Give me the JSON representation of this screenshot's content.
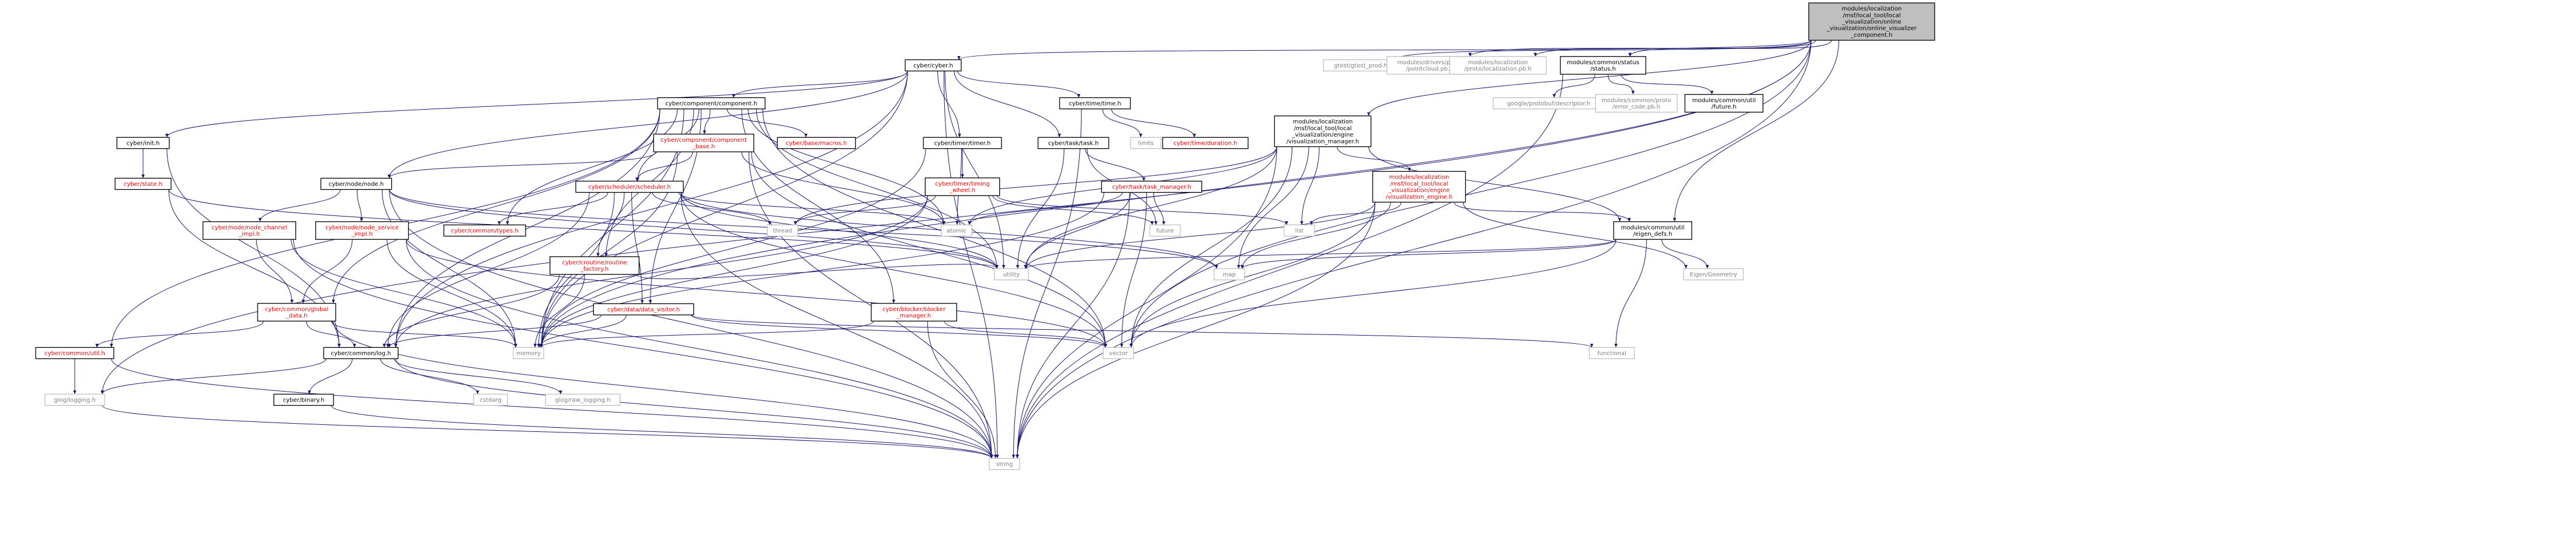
{
  "colors": {
    "edge": "#191970",
    "root_fill": "#bfbfbf",
    "doc_stroke": "#000000",
    "nodoc_stroke": "#bfbfbf",
    "red_text": "#ff0000",
    "black_text": "#000000",
    "gray_text": "#7f7f7f"
  },
  "graph": {
    "root": "n_root",
    "nodes": [
      {
        "id": "n_root",
        "kind": "root",
        "lines": [
          "modules/localization",
          "/msf/local_tool/local",
          "_visualization/online",
          "_visualization/online_visualizer",
          "_component.h"
        ]
      },
      {
        "id": "n_cyber",
        "kind": "doc",
        "lines": [
          "cyber/cyber.h"
        ]
      },
      {
        "id": "n_gtest",
        "kind": "sys",
        "lines": [
          "gtest/gtest_prod.h"
        ]
      },
      {
        "id": "n_pointcloud",
        "kind": "sys",
        "lines": [
          "modules/drivers/proto",
          "/pointcloud.pb.h"
        ]
      },
      {
        "id": "n_locpb",
        "kind": "sys",
        "lines": [
          "modules/localization",
          "/proto/localization.pb.h"
        ]
      },
      {
        "id": "n_status",
        "kind": "doc",
        "lines": [
          "modules/common/status",
          "/status.h"
        ]
      },
      {
        "id": "n_component",
        "kind": "doc",
        "lines": [
          "cyber/component/component.h"
        ]
      },
      {
        "id": "n_timeh",
        "kind": "doc",
        "lines": [
          "cyber/time/time.h"
        ]
      },
      {
        "id": "n_vismgr",
        "kind": "doc",
        "lines": [
          "modules/localization",
          "/msf/local_tool/local",
          "_visualization/engine",
          "/visualization_manager.h"
        ]
      },
      {
        "id": "n_protodesc",
        "kind": "sys",
        "lines": [
          "google/protobuf/descriptor.h"
        ]
      },
      {
        "id": "n_errcode",
        "kind": "sys",
        "lines": [
          "modules/common/proto",
          "/error_code.pb.h"
        ]
      },
      {
        "id": "n_future_mod",
        "kind": "doc",
        "lines": [
          "modules/common/util",
          "/future.h"
        ]
      },
      {
        "id": "n_init",
        "kind": "doc",
        "lines": [
          "cyber/init.h"
        ]
      },
      {
        "id": "n_compbase",
        "kind": "red",
        "lines": [
          "cyber/component/component",
          "_base.h"
        ]
      },
      {
        "id": "n_macros",
        "kind": "red",
        "lines": [
          "cyber/base/macros.h"
        ]
      },
      {
        "id": "n_timer",
        "kind": "doc",
        "lines": [
          "cyber/timer/timer.h"
        ]
      },
      {
        "id": "n_task",
        "kind": "doc",
        "lines": [
          "cyber/task/task.h"
        ]
      },
      {
        "id": "n_limits",
        "kind": "sys",
        "lines": [
          "limits"
        ]
      },
      {
        "id": "n_duration",
        "kind": "red",
        "lines": [
          "cyber/time/duration.h"
        ]
      },
      {
        "id": "n_state",
        "kind": "red",
        "lines": [
          "cyber/state.h"
        ]
      },
      {
        "id": "n_nodeh",
        "kind": "doc",
        "lines": [
          "cyber/node/node.h"
        ]
      },
      {
        "id": "n_scheduler",
        "kind": "red",
        "lines": [
          "cyber/scheduler/scheduler.h"
        ]
      },
      {
        "id": "n_timingwheel",
        "kind": "red",
        "lines": [
          "cyber/timer/timing",
          "_wheel.h"
        ]
      },
      {
        "id": "n_taskmgr",
        "kind": "red",
        "lines": [
          "cyber/task/task_manager.h"
        ]
      },
      {
        "id": "n_visengine",
        "kind": "red",
        "lines": [
          "modules/localization",
          "/msf/local_tool/local",
          "_visualization/engine",
          "/visualization_engine.h"
        ]
      },
      {
        "id": "n_nodechannel",
        "kind": "red",
        "lines": [
          "cyber/node/node_channel",
          "_impl.h"
        ]
      },
      {
        "id": "n_nodeservice",
        "kind": "red",
        "lines": [
          "cyber/node/node_service",
          "_impl.h"
        ]
      },
      {
        "id": "n_ctypes",
        "kind": "red",
        "lines": [
          "cyber/common/types.h"
        ]
      },
      {
        "id": "n_thread",
        "kind": "sys",
        "lines": [
          "thread"
        ]
      },
      {
        "id": "n_atomic",
        "kind": "sys",
        "lines": [
          "atomic"
        ]
      },
      {
        "id": "n_future",
        "kind": "sys",
        "lines": [
          "future"
        ]
      },
      {
        "id": "n_list",
        "kind": "sys",
        "lines": [
          "list"
        ]
      },
      {
        "id": "n_routine",
        "kind": "red",
        "lines": [
          "cyber/croutine/routine",
          "_factory.h"
        ]
      },
      {
        "id": "n_eigendefs",
        "kind": "doc",
        "lines": [
          "modules/common/util",
          "/eigen_defs.h"
        ]
      },
      {
        "id": "n_utility",
        "kind": "sys",
        "lines": [
          "utility"
        ]
      },
      {
        "id": "n_map",
        "kind": "sys",
        "lines": [
          "map"
        ]
      },
      {
        "id": "n_eigengeo",
        "kind": "sys",
        "lines": [
          "Eigen/Geometry"
        ]
      },
      {
        "id": "n_global",
        "kind": "red",
        "lines": [
          "cyber/common/global",
          "_data.h"
        ]
      },
      {
        "id": "n_datavisitor",
        "kind": "red",
        "lines": [
          "cyber/data/data_visitor.h"
        ]
      },
      {
        "id": "n_blocker",
        "kind": "red",
        "lines": [
          "cyber/blocker/blocker",
          "_manager.h"
        ]
      },
      {
        "id": "n_cutil",
        "kind": "red",
        "lines": [
          "cyber/common/util.h"
        ]
      },
      {
        "id": "n_log",
        "kind": "doc",
        "lines": [
          "cyber/common/log.h"
        ]
      },
      {
        "id": "n_memory",
        "kind": "sys",
        "lines": [
          "memory"
        ]
      },
      {
        "id": "n_vector",
        "kind": "sys",
        "lines": [
          "vector"
        ]
      },
      {
        "id": "n_functional",
        "kind": "sys",
        "lines": [
          "functional"
        ]
      },
      {
        "id": "n_glog",
        "kind": "sys",
        "lines": [
          "glog/logging.h"
        ]
      },
      {
        "id": "n_binary",
        "kind": "doc",
        "lines": [
          "cyber/binary.h"
        ]
      },
      {
        "id": "n_cstdarg",
        "kind": "sys",
        "lines": [
          "cstdarg"
        ]
      },
      {
        "id": "n_rawlog",
        "kind": "sys",
        "lines": [
          "glog/raw_logging.h"
        ]
      },
      {
        "id": "n_string",
        "kind": "sys",
        "lines": [
          "string"
        ]
      }
    ],
    "edges": [
      [
        "n_root",
        "n_cyber"
      ],
      [
        "n_root",
        "n_gtest"
      ],
      [
        "n_root",
        "n_pointcloud"
      ],
      [
        "n_root",
        "n_locpb"
      ],
      [
        "n_root",
        "n_status"
      ],
      [
        "n_root",
        "n_vismgr"
      ],
      [
        "n_root",
        "n_eigendefs"
      ],
      [
        "n_root",
        "n_string"
      ],
      [
        "n_root",
        "n_vector"
      ],
      [
        "n_root",
        "n_memory"
      ],
      [
        "n_root",
        "n_glog"
      ],
      [
        "n_cyber",
        "n_component"
      ],
      [
        "n_cyber",
        "n_timeh"
      ],
      [
        "n_cyber",
        "n_timer"
      ],
      [
        "n_cyber",
        "n_task"
      ],
      [
        "n_cyber",
        "n_init"
      ],
      [
        "n_cyber",
        "n_nodeh"
      ],
      [
        "n_cyber",
        "n_log"
      ],
      [
        "n_cyber",
        "n_utility"
      ],
      [
        "n_cyber",
        "n_memory"
      ],
      [
        "n_cyber",
        "n_string"
      ],
      [
        "n_status",
        "n_protodesc"
      ],
      [
        "n_status",
        "n_errcode"
      ],
      [
        "n_status",
        "n_future_mod"
      ],
      [
        "n_status",
        "n_string"
      ],
      [
        "n_component",
        "n_compbase"
      ],
      [
        "n_component",
        "n_macros"
      ],
      [
        "n_component",
        "n_scheduler"
      ],
      [
        "n_component",
        "n_ctypes"
      ],
      [
        "n_component",
        "n_routine"
      ],
      [
        "n_component",
        "n_datavisitor"
      ],
      [
        "n_component",
        "n_blocker"
      ],
      [
        "n_component",
        "n_cutil"
      ],
      [
        "n_component",
        "n_log"
      ],
      [
        "n_component",
        "n_memory"
      ],
      [
        "n_component",
        "n_vector"
      ],
      [
        "n_component",
        "n_utility"
      ],
      [
        "n_component",
        "n_atomic"
      ],
      [
        "n_component",
        "n_global"
      ],
      [
        "n_timeh",
        "n_limits"
      ],
      [
        "n_timeh",
        "n_duration"
      ],
      [
        "n_timeh",
        "n_string"
      ],
      [
        "n_timer",
        "n_timingwheel"
      ],
      [
        "n_timer",
        "n_atomic"
      ],
      [
        "n_timer",
        "n_memory"
      ],
      [
        "n_task",
        "n_taskmgr"
      ],
      [
        "n_task",
        "n_future"
      ],
      [
        "n_task",
        "n_utility"
      ],
      [
        "n_vismgr",
        "n_visengine"
      ],
      [
        "n_vismgr",
        "n_eigendefs"
      ],
      [
        "n_vismgr",
        "n_list"
      ],
      [
        "n_vismgr",
        "n_map"
      ],
      [
        "n_vismgr",
        "n_thread"
      ],
      [
        "n_vismgr",
        "n_atomic"
      ],
      [
        "n_vismgr",
        "n_vector"
      ],
      [
        "n_vismgr",
        "n_string"
      ],
      [
        "n_vismgr",
        "n_utility"
      ],
      [
        "n_init",
        "n_state"
      ],
      [
        "n_init",
        "n_log"
      ],
      [
        "n_state",
        "n_log"
      ],
      [
        "n_state",
        "n_utility"
      ],
      [
        "n_compbase",
        "n_nodeh"
      ],
      [
        "n_compbase",
        "n_scheduler"
      ],
      [
        "n_compbase",
        "n_atomic"
      ],
      [
        "n_compbase",
        "n_memory"
      ],
      [
        "n_compbase",
        "n_string"
      ],
      [
        "n_compbase",
        "n_vector"
      ],
      [
        "n_nodeh",
        "n_nodechannel"
      ],
      [
        "n_nodeh",
        "n_nodeservice"
      ],
      [
        "n_nodeh",
        "n_map"
      ],
      [
        "n_nodeh",
        "n_memory"
      ],
      [
        "n_nodeh",
        "n_string"
      ],
      [
        "n_nodeh",
        "n_utility"
      ],
      [
        "n_scheduler",
        "n_ctypes"
      ],
      [
        "n_scheduler",
        "n_routine"
      ],
      [
        "n_scheduler",
        "n_thread"
      ],
      [
        "n_scheduler",
        "n_atomic"
      ],
      [
        "n_scheduler",
        "n_datavisitor"
      ],
      [
        "n_scheduler",
        "n_log"
      ],
      [
        "n_scheduler",
        "n_memory"
      ],
      [
        "n_scheduler",
        "n_string"
      ],
      [
        "n_scheduler",
        "n_vector"
      ],
      [
        "n_scheduler",
        "n_map"
      ],
      [
        "n_scheduler",
        "n_utility"
      ],
      [
        "n_timingwheel",
        "n_list"
      ],
      [
        "n_timingwheel",
        "n_future"
      ],
      [
        "n_timingwheel",
        "n_thread"
      ],
      [
        "n_timingwheel",
        "n_memory"
      ],
      [
        "n_timingwheel",
        "n_log"
      ],
      [
        "n_taskmgr",
        "n_future"
      ],
      [
        "n_taskmgr",
        "n_atomic"
      ],
      [
        "n_taskmgr",
        "n_utility"
      ],
      [
        "n_taskmgr",
        "n_vector"
      ],
      [
        "n_taskmgr",
        "n_memory"
      ],
      [
        "n_taskmgr",
        "n_string"
      ],
      [
        "n_visengine",
        "n_list"
      ],
      [
        "n_visengine",
        "n_map"
      ],
      [
        "n_visengine",
        "n_eigendefs"
      ],
      [
        "n_visengine",
        "n_eigengeo"
      ],
      [
        "n_visengine",
        "n_vector"
      ],
      [
        "n_visengine",
        "n_string"
      ],
      [
        "n_visengine",
        "n_utility"
      ],
      [
        "n_nodechannel",
        "n_global"
      ],
      [
        "n_nodechannel",
        "n_memory"
      ],
      [
        "n_nodechannel",
        "n_string"
      ],
      [
        "n_nodeservice",
        "n_global"
      ],
      [
        "n_nodeservice",
        "n_memory"
      ],
      [
        "n_nodeservice",
        "n_string"
      ],
      [
        "n_nodeservice",
        "n_vector"
      ],
      [
        "n_routine",
        "n_log"
      ],
      [
        "n_routine",
        "n_memory"
      ],
      [
        "n_routine",
        "n_utility"
      ],
      [
        "n_eigendefs",
        "n_map"
      ],
      [
        "n_eigendefs",
        "n_vector"
      ],
      [
        "n_eigendefs",
        "n_functional"
      ],
      [
        "n_eigendefs",
        "n_utility"
      ],
      [
        "n_eigendefs",
        "n_eigengeo"
      ],
      [
        "n_global",
        "n_cutil"
      ],
      [
        "n_global",
        "n_log"
      ],
      [
        "n_global",
        "n_string"
      ],
      [
        "n_global",
        "n_memory"
      ],
      [
        "n_datavisitor",
        "n_log"
      ],
      [
        "n_datavisitor",
        "n_memory"
      ],
      [
        "n_datavisitor",
        "n_vector"
      ],
      [
        "n_datavisitor",
        "n_functional"
      ],
      [
        "n_blocker",
        "n_memory"
      ],
      [
        "n_blocker",
        "n_string"
      ],
      [
        "n_blocker",
        "n_vector"
      ],
      [
        "n_cutil",
        "n_string"
      ],
      [
        "n_cutil",
        "n_glog"
      ],
      [
        "n_log",
        "n_binary"
      ],
      [
        "n_log",
        "n_cstdarg"
      ],
      [
        "n_log",
        "n_rawlog"
      ],
      [
        "n_log",
        "n_glog"
      ],
      [
        "n_log",
        "n_string"
      ],
      [
        "n_binary",
        "n_string"
      ],
      [
        "n_glog",
        "n_string"
      ]
    ]
  }
}
